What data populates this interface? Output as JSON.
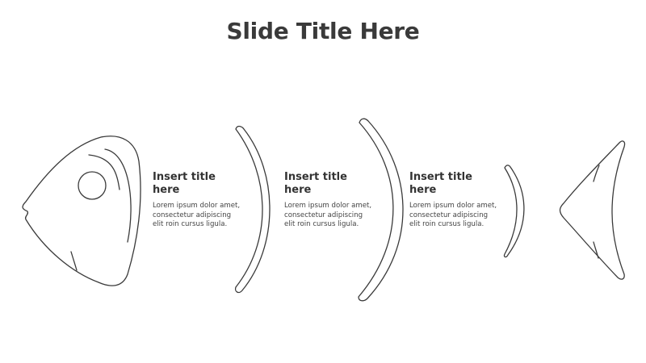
{
  "slide": {
    "title": "Slide Title Here"
  },
  "blocks": [
    {
      "title": "Insert title here",
      "body": "Lorem ipsum dolor amet, consectetur adipiscing elit roin cursus ligula."
    },
    {
      "title": "Insert title here",
      "body": "Lorem ipsum dolor amet, consectetur adipiscing elit roin cursus ligula."
    },
    {
      "title": "Insert title here",
      "body": "Lorem ipsum dolor amet, consectetur adipiscing elit roin cursus ligula."
    }
  ],
  "colors": {
    "stroke": "#3a3a3a",
    "title": "#3a3a3a",
    "text": "#444444"
  }
}
